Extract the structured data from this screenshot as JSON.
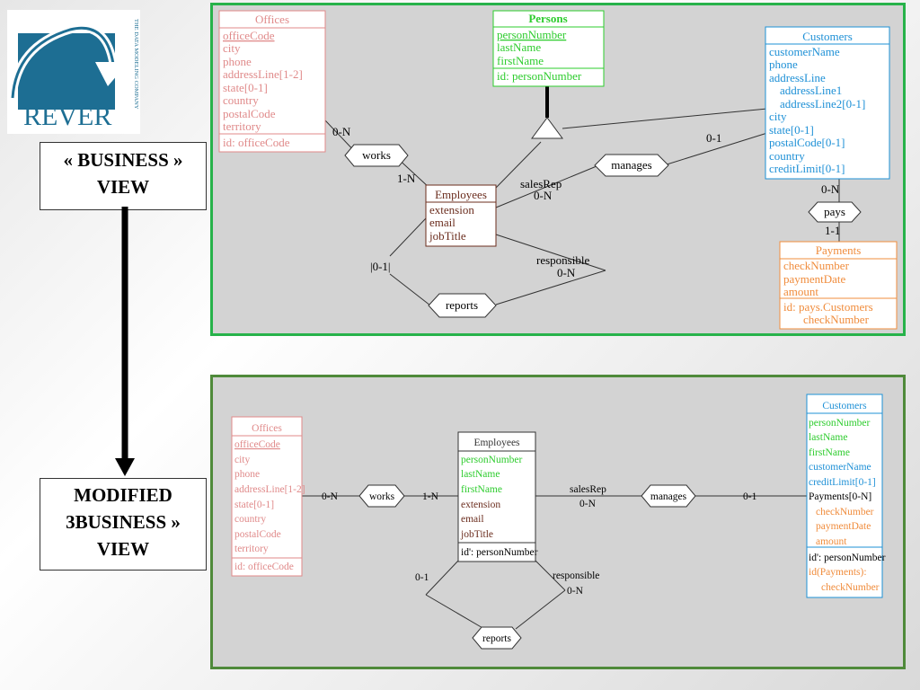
{
  "logo": {
    "text": "REVER",
    "tagline": "THE DATA MODELING COMPANY"
  },
  "labels": {
    "business_view": [
      "« BUSINESS »",
      "VIEW"
    ],
    "modified_view": [
      "MODIFIED",
      "3BUSINESS »",
      "VIEW"
    ]
  },
  "colors": {
    "offices": "#e08a8a",
    "persons": "#2ecc2e",
    "customers": "#1e90d6",
    "employees": "#6b2d1e",
    "payments": "#f08c3c",
    "panel_top_border": "#27b24a",
    "panel_bottom_border": "#4f8a3a"
  },
  "top": {
    "offices": {
      "title": "Offices",
      "pk": "officeCode",
      "attrs": [
        "city",
        "phone",
        "addressLine[1-2]",
        "state[0-1]",
        "country",
        "postalCode",
        "territory"
      ],
      "id": "id: officeCode"
    },
    "persons": {
      "title": "Persons",
      "pk": "personNumber",
      "attrs": [
        "lastName",
        "firstName"
      ],
      "id": "id: personNumber"
    },
    "customers": {
      "title": "Customers",
      "attrs": [
        "customerName",
        "phone",
        "addressLine",
        "addressLine1",
        "addressLine2[0-1]",
        "city",
        "state[0-1]",
        "postalCode[0-1]",
        "country",
        "creditLimit[0-1]"
      ]
    },
    "employees": {
      "title": "Employees",
      "attrs": [
        "extension",
        "email",
        "jobTitle"
      ]
    },
    "payments": {
      "title": "Payments",
      "attrs": [
        "checkNumber",
        "paymentDate",
        "amount"
      ],
      "id1": "id: pays.Customers",
      "id2": "checkNumber"
    },
    "rels": {
      "works": "works",
      "manages": "manages",
      "pays": "pays",
      "reports": "reports"
    },
    "cards": {
      "works_off": "0-N",
      "works_emp": "1-N",
      "salesrep": "salesRep",
      "salesrep_card": "0-N",
      "manages_cust": "0-1",
      "pays_cust": "0-N",
      "pays_pay": "1-1",
      "reports_left": "|0-1|",
      "responsible": "responsible",
      "responsible_card": "0-N"
    }
  },
  "bottom": {
    "offices": {
      "title": "Offices",
      "pk": "officeCode",
      "attrs": [
        "city",
        "phone",
        "addressLine[1-2]",
        "state[0-1]",
        "country",
        "postalCode",
        "territory"
      ],
      "id": "id: officeCode"
    },
    "employees": {
      "title": "Employees",
      "green": [
        "personNumber",
        "lastName",
        "firstName"
      ],
      "attrs": [
        "extension",
        "email",
        "jobTitle"
      ],
      "id": "id': personNumber"
    },
    "customers": {
      "title": "Customers",
      "green": [
        "personNumber",
        "lastName",
        "firstName"
      ],
      "blue": [
        "customerName",
        "creditLimit[0-1]"
      ],
      "payments": "Payments[0-N]",
      "orange": [
        "checkNumber",
        "paymentDate",
        "amount"
      ],
      "id1": "id': personNumber",
      "id2": "id(Payments):",
      "id3": "checkNumber"
    },
    "rels": {
      "works": "works",
      "manages": "manages",
      "reports": "reports"
    },
    "cards": {
      "works_off": "0-N",
      "works_emp": "1-N",
      "salesrep": "salesRep",
      "salesrep_card": "0-N",
      "manages_cust": "0-1",
      "reports_left": "0-1",
      "responsible": "responsible",
      "responsible_card": "0-N"
    }
  }
}
